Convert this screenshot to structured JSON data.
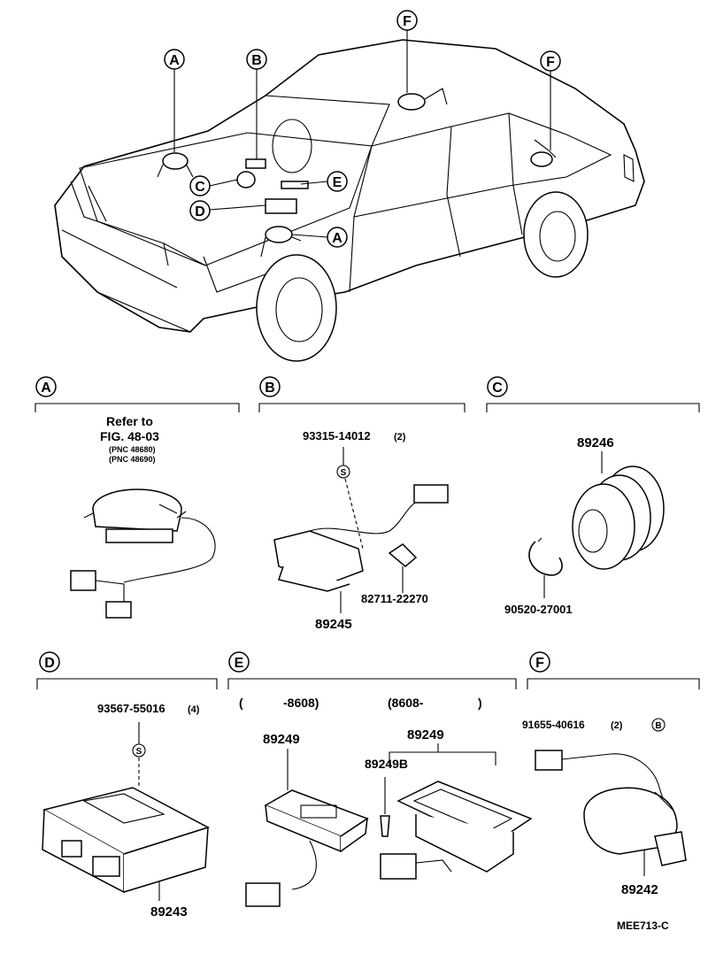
{
  "callouts": {
    "A": "A",
    "B": "B",
    "C": "C",
    "D": "D",
    "E": "E",
    "F": "F"
  },
  "sections": {
    "A": {
      "letter": "A",
      "refer_line1": "Refer to",
      "refer_line2": "FIG. 48-03",
      "pnc1": "(PNC 48680)",
      "pnc2": "(PNC 48690)"
    },
    "B": {
      "letter": "B",
      "bolt": "93315-14012",
      "bolt_qty": "(2)",
      "s_mark": "S",
      "clip": "82711-22270",
      "main": "89245"
    },
    "C": {
      "letter": "C",
      "main": "89246",
      "ring": "90520-27001"
    },
    "D": {
      "letter": "D",
      "screw": "93567-55016",
      "screw_qty": "(4)",
      "s_mark": "S",
      "main": "89243"
    },
    "E": {
      "letter": "E",
      "range_left_open": "(",
      "range_left": "-8608)",
      "range_right": "(8608-",
      "range_right_close": ")",
      "left_part": "89249",
      "right_part": "89249",
      "screw": "89249B"
    },
    "F": {
      "letter": "F",
      "bolt": "91655-40616",
      "bolt_qty": "(2)",
      "b_mark": "B",
      "main": "89242"
    }
  },
  "footer": {
    "code": "MEE713-C"
  }
}
